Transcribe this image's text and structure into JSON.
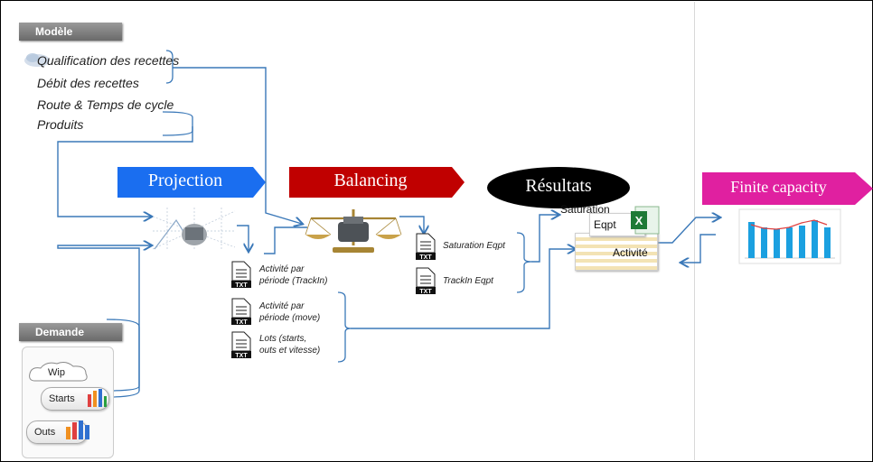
{
  "model": {
    "header": "Modèle",
    "lines": [
      "Qualification des recettes",
      "Débit des recettes",
      "Route & Temps de cycle",
      "Produits"
    ]
  },
  "demand": {
    "header": "Demande",
    "items": [
      "Wip",
      "Starts",
      "Outs"
    ]
  },
  "stages": {
    "projection": "Projection",
    "balancing": "Balancing",
    "results": "Résultats",
    "finite_capacity": "Finite capacity"
  },
  "files": [
    {
      "line1": "Activité par",
      "line2": "période (TrackIn)"
    },
    {
      "line1": "Activité par",
      "line2": "période (move)"
    },
    {
      "line1": "Lots (starts,",
      "line2": "outs et vitesse)"
    },
    {
      "line1": "Saturation Eqpt",
      "line2": ""
    },
    {
      "line1": "TrackIn Eqpt",
      "line2": ""
    }
  ],
  "results_sheet": {
    "label_saturation": "Saturation",
    "label_eqpt": "Eqpt",
    "label_activity": "Activité"
  },
  "icons": {
    "file": "txt-file-icon",
    "spreadsheet": "excel-icon",
    "cloud": "cloud-icon",
    "bars": "bar-chart-icon"
  },
  "colors": {
    "projection": "#1a6ef0",
    "balancing": "#c00000",
    "results": "#000000",
    "finite_capacity": "#e020a0",
    "connector": "#3a78b8"
  }
}
